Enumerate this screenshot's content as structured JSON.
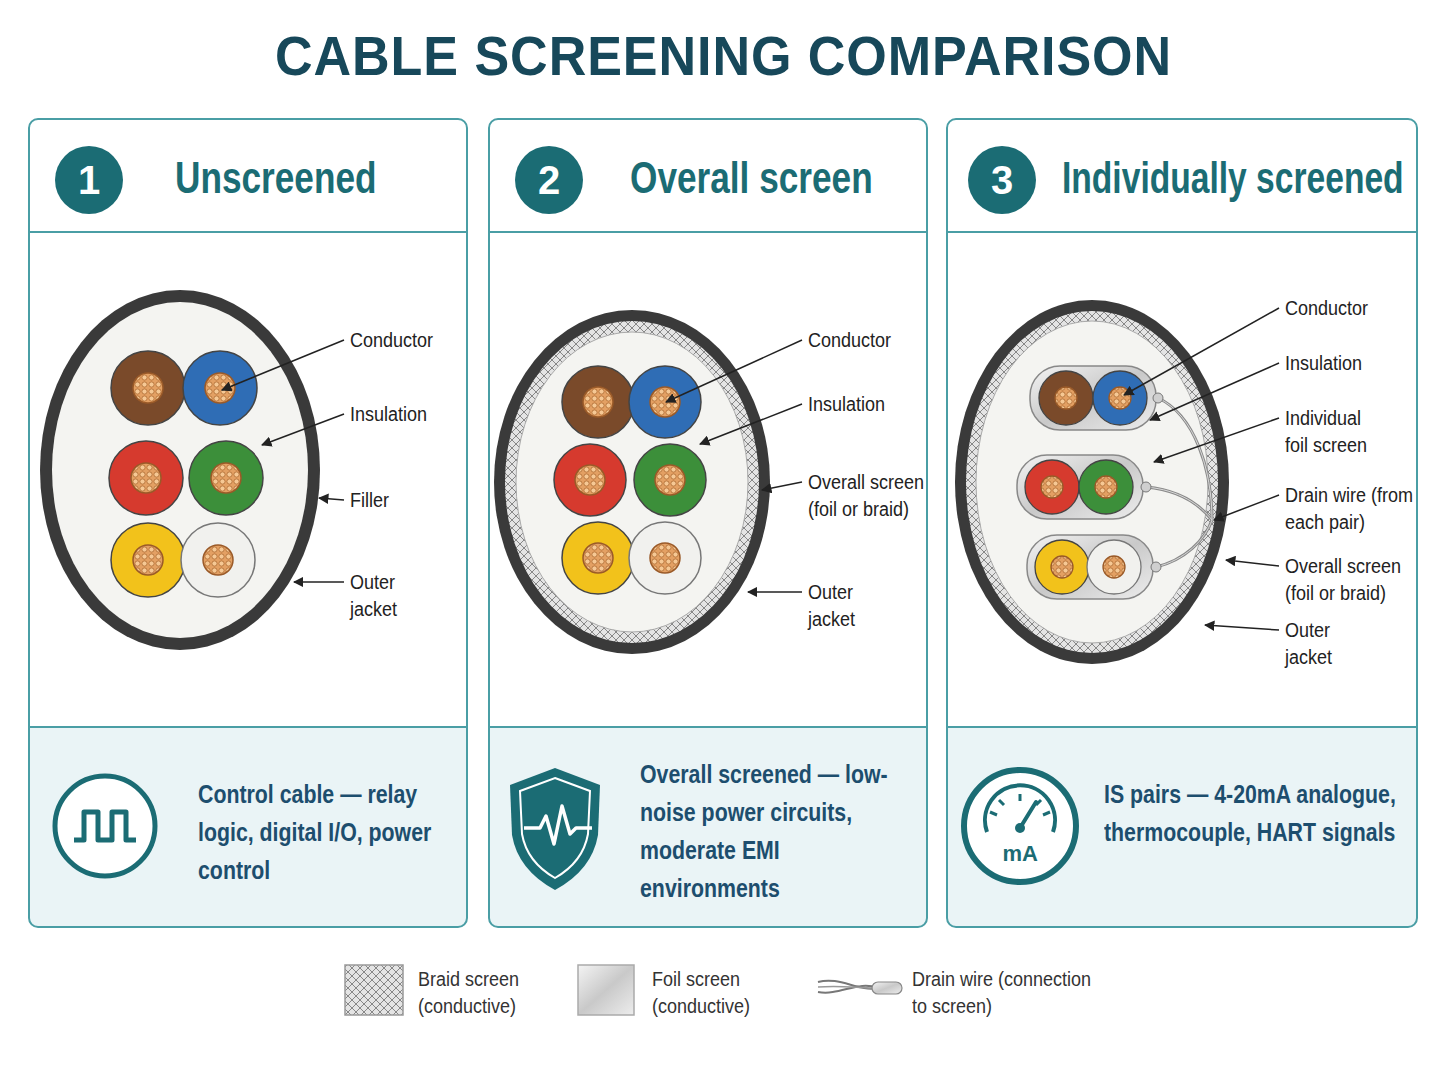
{
  "diagram": {
    "title": "CABLE SCREENING COMPARISON",
    "nodes": [
      {
        "text": [
          "Unscreened"
        ]
      },
      {
        "text": [
          "1"
        ],
        "in": 0
      },
      {
        "text": [
          "Control cable — relay logic, digital I/O, power control"
        ],
        "in": 0
      },
      {
        "text": [
          "Overall screen"
        ]
      },
      {
        "text": [
          "2"
        ],
        "in": 3
      },
      {
        "text": [
          "Overall screened — low-noise power circuits, moderate EMI environments"
        ],
        "in": 3
      },
      {
        "text": [
          "Individually screened"
        ]
      },
      {
        "text": [
          "3"
        ],
        "in": 6
      },
      {
        "text": [
          "IS pairs — 4-20mA analogue, thermocouple, HART signals"
        ],
        "in": 6
      }
    ],
    "labels": [
      "Conductor",
      "Insulation",
      "Filler",
      "Outer jacket",
      "Conductor",
      "Insulation",
      "Overall screen (foil or braid)",
      "Outer jacket",
      "Conductor",
      "Insulation",
      "Individual foil screen",
      "Drain wire (from each pair)",
      "Overall screen (foil or braid)",
      "Outer jacket",
      "mA"
    ],
    "legend": [
      {
        "text": "Braid screen (conductive)"
      },
      {
        "text": "Foil screen (conductive)"
      },
      {
        "text": "Drain wire (connection to screen)"
      }
    ]
  }
}
